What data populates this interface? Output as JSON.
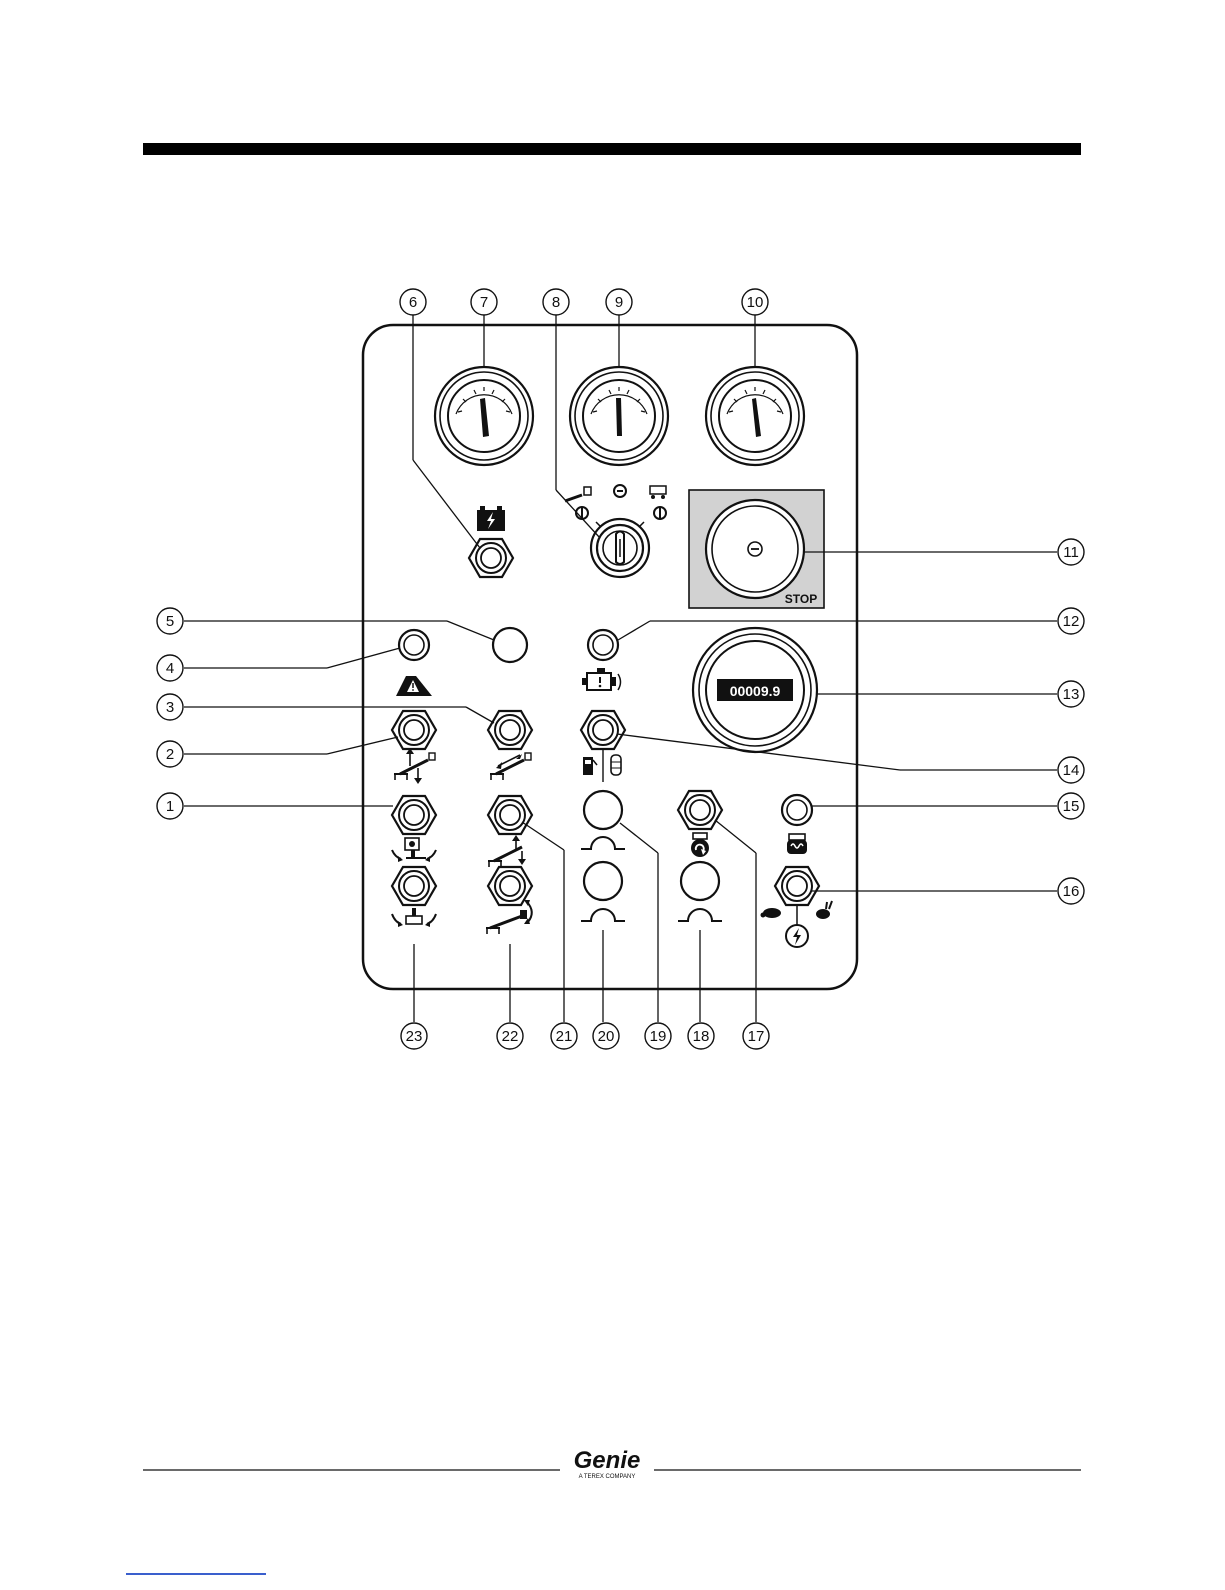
{
  "hour_meter": {
    "reading": "00009.9"
  },
  "emergency_stop": {
    "label": "STOP"
  },
  "footer": {
    "logo_text": "Genie",
    "logo_subtext": "A TEREX COMPANY"
  },
  "callouts": {
    "c1": "1",
    "c2": "2",
    "c3": "3",
    "c4": "4",
    "c5": "5",
    "c6": "6",
    "c7": "7",
    "c8": "8",
    "c9": "9",
    "c10": "10",
    "c11": "11",
    "c12": "12",
    "c13": "13",
    "c14": "14",
    "c15": "15",
    "c16": "16",
    "c17": "17",
    "c18": "18",
    "c19": "19",
    "c20": "20",
    "c21": "21",
    "c22": "22",
    "c23": "23"
  },
  "colors": {
    "ink": "#111111",
    "stop_panel": "#d2d2d2",
    "header_bar": "#000000",
    "link_underline": "#3a5fcd"
  }
}
